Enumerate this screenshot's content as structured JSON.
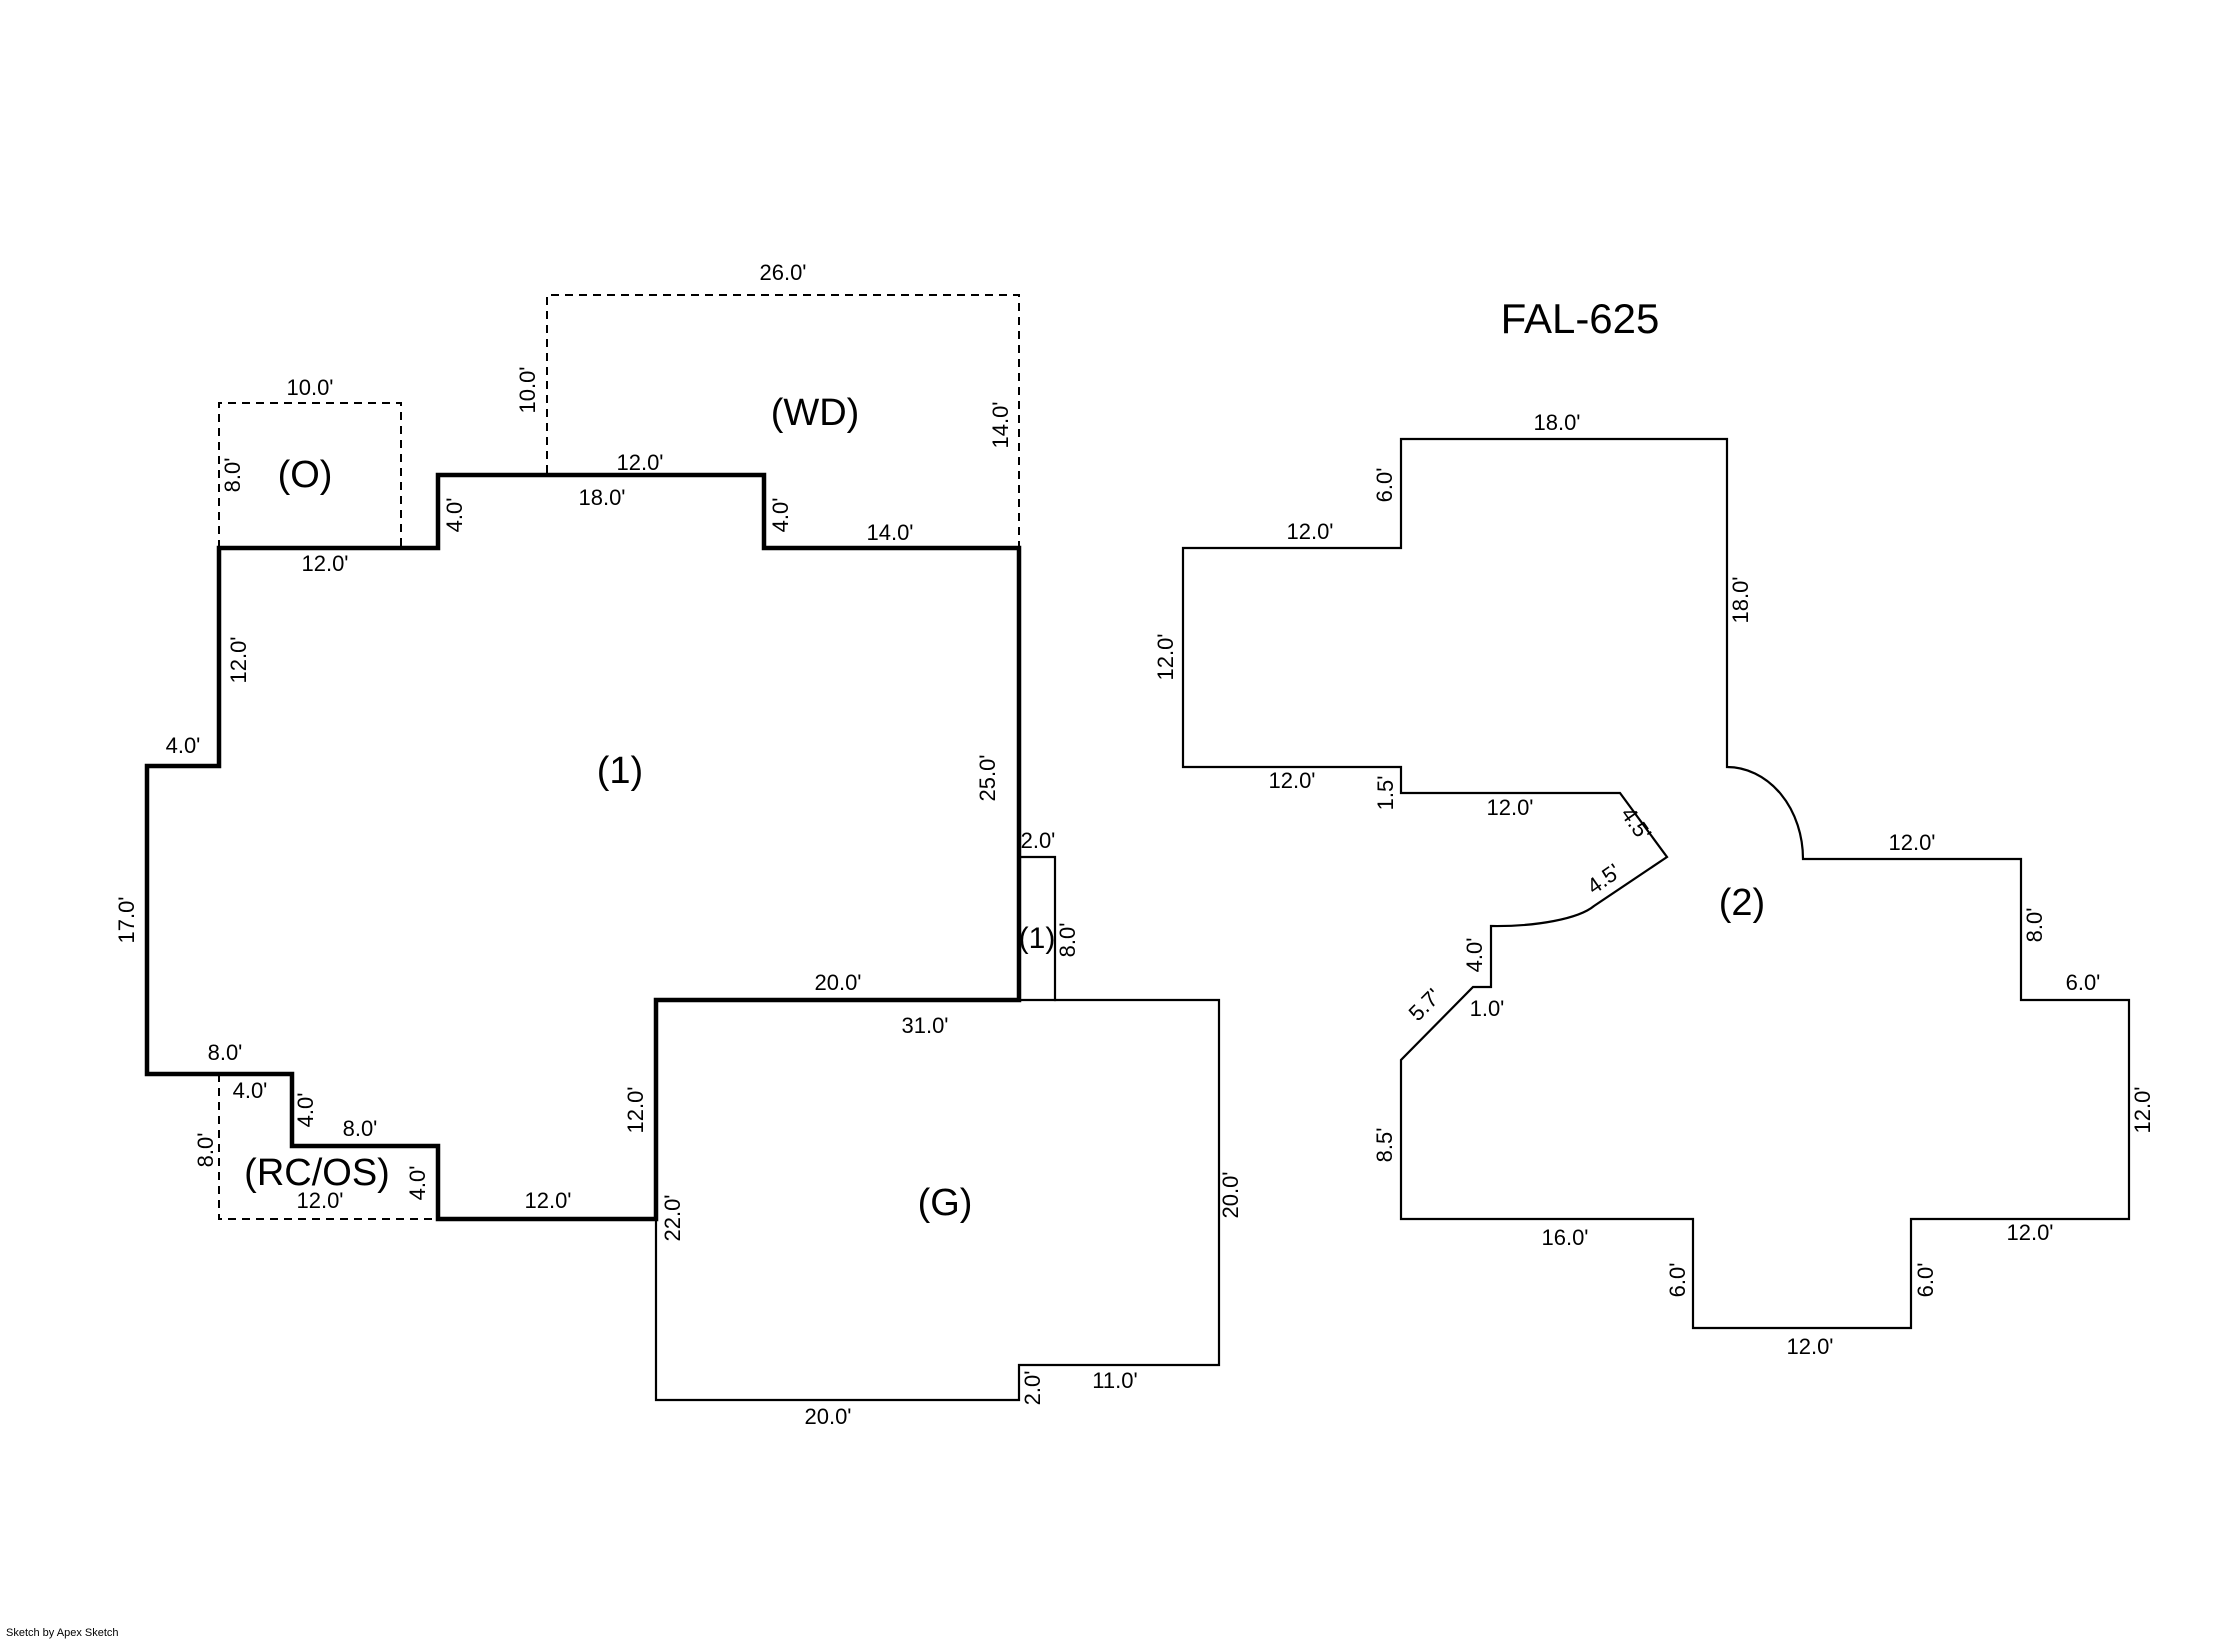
{
  "title": "FAL-625",
  "credit": "Sketch by Apex Sketch",
  "labels": {
    "wd": "(WD)",
    "o": "(O)",
    "one": "(1)",
    "one_small": "(1)",
    "rcos": "(RC/OS)",
    "g": "(G)",
    "two": "(2)"
  },
  "dims_left": [
    "26.0'",
    "10.0'",
    "14.0'",
    "10.0'",
    "8.0'",
    "12.0'",
    "4.0'",
    "18.0'",
    "4.0'",
    "14.0'",
    "12.0'",
    "12.0'",
    "4.0'",
    "17.0'",
    "25.0'",
    "2.0'",
    "8.0'",
    "20.0'",
    "31.0'",
    "8.0'",
    "4.0'",
    "4.0'",
    "8.0'",
    "8.0'",
    "12.0'",
    "4.0'",
    "12.0'",
    "12.0'",
    "22.0'",
    "20.0'",
    "2.0'",
    "11.0'",
    "20.0'"
  ],
  "dims_right": [
    "18.0'",
    "6.0'",
    "12.0'",
    "18.0'",
    "12.0'",
    "12.0'",
    "1.5'",
    "12.0'",
    "4.5'",
    "4.5'",
    "12.0'",
    "8.0'",
    "6.0'",
    "4.0'",
    "5.7'",
    "1.0'",
    "12.0'",
    "8.5'",
    "16.0'",
    "6.0'",
    "6.0'",
    "12.0'",
    "12.0'"
  ]
}
